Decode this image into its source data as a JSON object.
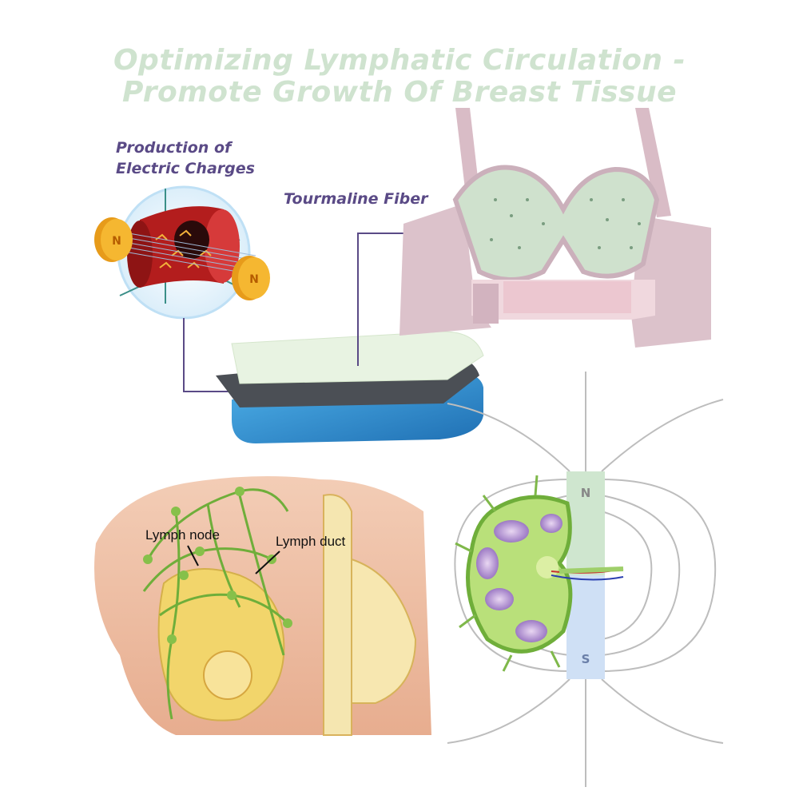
{
  "title": {
    "line1": "Optimizing Lymphatic Circulation -",
    "line2": "Promote Growth Of Breast Tissue"
  },
  "labels": {
    "electric_line1": "Production of",
    "electric_line2": "Electric Charges",
    "fiber": "Tourmaline Fiber",
    "lymph_node": "Lymph node",
    "lymph_duct": "Lymph duct",
    "magnet_north": "N",
    "magnet_south": "S",
    "small_magnet": "N"
  },
  "colors": {
    "title": "#cfe3cf",
    "label": "#5a4a86",
    "connector": "#5a4a86",
    "bra": "#d9bcc6",
    "bra_cup": "#cfe1cd",
    "vessel": "#b31d1d",
    "magnet": "#f5b731",
    "layer_top": "#e8f3e2",
    "layer_mid": "#4b4f55",
    "layer_bottom": "#2f8fd0",
    "skin": "#efc2a8",
    "lymph": "#6fae3a",
    "field_line": "#bdbdbd"
  }
}
